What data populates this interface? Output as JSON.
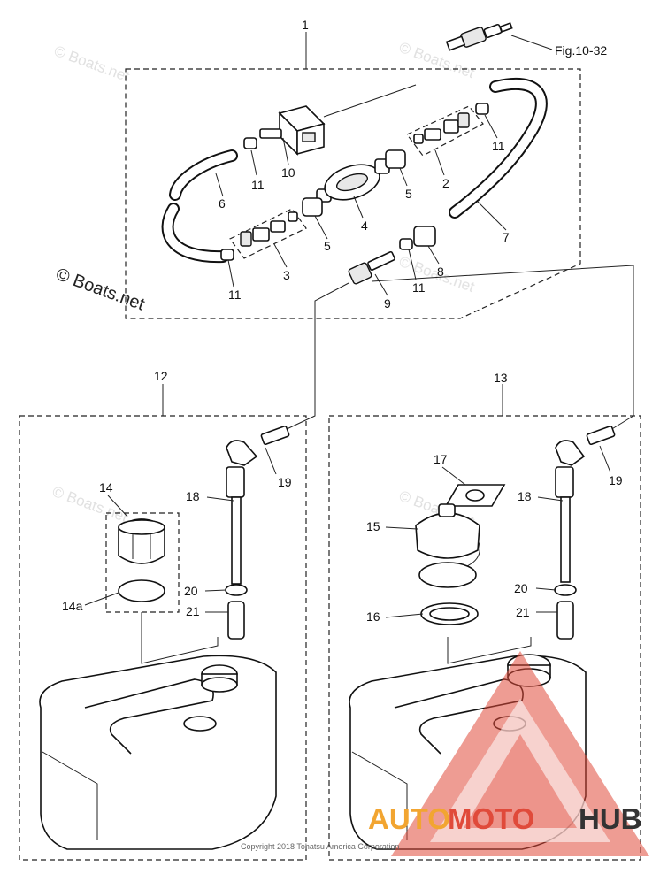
{
  "callouts": {
    "c1": "1",
    "c2": "2",
    "c3": "3",
    "c4": "4",
    "c5a": "5",
    "c5b": "5",
    "c6": "6",
    "c7": "7",
    "c8": "8",
    "c9": "9",
    "c10": "10",
    "c11a": "11",
    "c11b": "11",
    "c11c": "11",
    "c11d": "11",
    "c12": "12",
    "c13": "13",
    "c14": "14",
    "c14a": "14a",
    "c15": "15",
    "c16": "16",
    "c17": "17",
    "c18a": "18",
    "c18b": "18",
    "c19a": "19",
    "c19b": "19",
    "c20a": "20",
    "c20b": "20",
    "c21a": "21",
    "c21b": "21"
  },
  "reference": "Fig.10-32",
  "watermarks": {
    "main": "© Boats.net",
    "faint": "© Boats.net"
  },
  "copyright": "Copyright 2018 Tohatsu America Corporation",
  "logo": {
    "auto": "AUTO",
    "moto": "MOTO",
    "hub": "HUB",
    "colors": {
      "auto": "#f2a531",
      "moto": "#e04a3a",
      "hub": "#333333",
      "triangle": "#e04a3a"
    }
  }
}
